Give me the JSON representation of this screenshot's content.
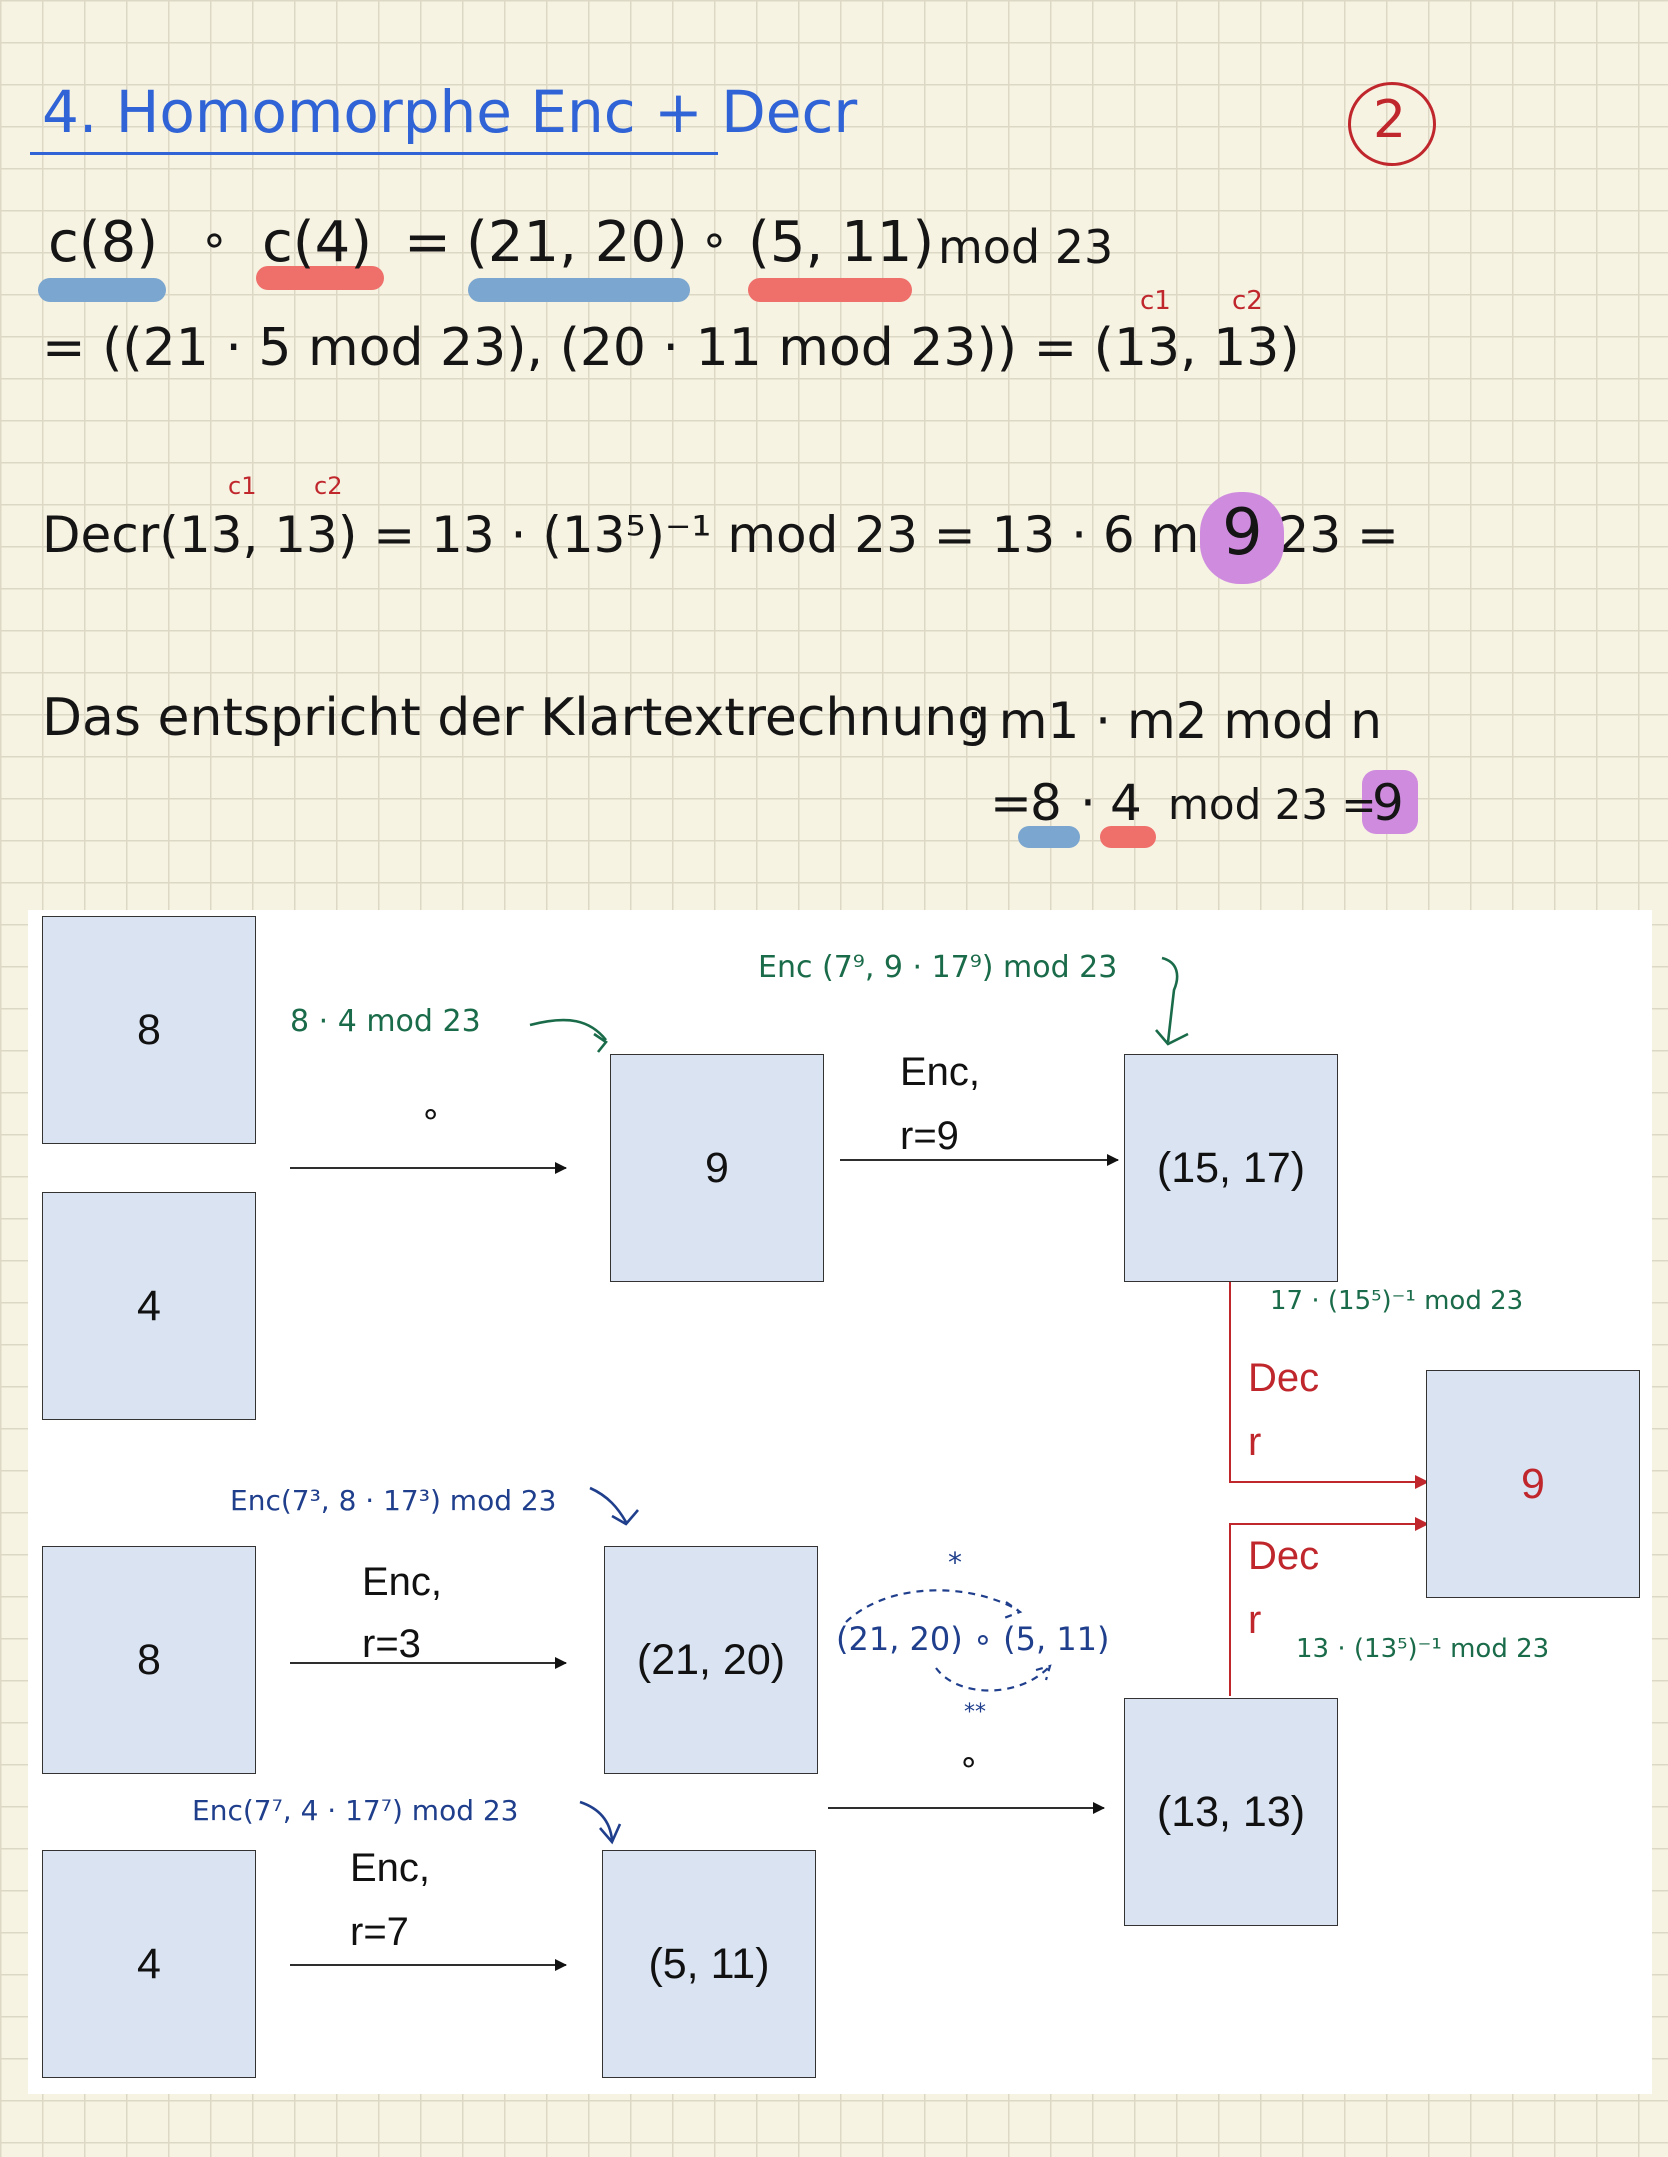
{
  "notes": {
    "title": "4. Homomorphe Enc + Decr",
    "page_number": "2",
    "line1": {
      "c8": "c(8)",
      "op": "∘",
      "c4": "c(4)",
      "eq": "=",
      "pair1": "(21, 20)",
      "op2": "∘",
      "pair2": "(5, 11)",
      "mod": "mod 23"
    },
    "line2": {
      "c1_label": "c1",
      "c2_label": "c2",
      "expr": "= ((21 · 5 mod 23), (20 · 11 mod 23)) = (13, 13)"
    },
    "decr": {
      "c1_label": "c1",
      "c2_label": "c2",
      "expr": "Decr(13, 13) = 13 · (13⁵)⁻¹ mod 23 = 13 · 6 mod 23 =",
      "result": "9"
    },
    "klartext": {
      "sentence": "Das entspricht der Klartextrechnung",
      "formula": ": m1 · m2 mod n",
      "eq": "=",
      "m1": "8",
      "dot": "·",
      "m2": "4",
      "mod": "mod 23 =",
      "result": "9"
    }
  },
  "diagram": {
    "plain_top": {
      "m1": "8",
      "m2": "4",
      "op": "∘",
      "result": "9"
    },
    "enc_top": {
      "label": "Enc,",
      "param": "r=9",
      "result": "(15, 17)"
    },
    "plain_bottom": {
      "m1": "8",
      "m2": "4"
    },
    "enc_bottom1": {
      "label": "Enc,",
      "param": "r=3",
      "result": "(21, 20)"
    },
    "enc_bottom2": {
      "label": "Enc,",
      "param": "r=7",
      "result": "(5, 11)"
    },
    "combined": {
      "op": "∘",
      "result": "(13, 13)"
    },
    "decr_top": {
      "label": "Dec",
      "label2": "r"
    },
    "decr_bottom": {
      "label": "Dec",
      "label2": "r"
    },
    "final": "9"
  },
  "annotations": {
    "plain_mult": "8 · 4 mod 23",
    "enc_top": "Enc (7⁹, 9 · 17⁹) mod 23",
    "decr_top": "17 · (15⁵)⁻¹ mod 23",
    "enc_8": "Enc(7³, 8 · 17³) mod 23",
    "enc_4": "Enc(7⁷, 4 · 17⁷) mod 23",
    "combine": "(21, 20) ∘ (5, 11)",
    "star_top": "*",
    "star_bottom": "**",
    "decr_bottom": "13 · (13⁵)⁻¹ mod 23"
  },
  "colors": {
    "blue_highlight": "#7ba6cf",
    "red_highlight": "#ef6f6a",
    "purple_highlight": "#cf8cdf",
    "title_ink": "#2f63d6",
    "note_green": "#1a6b49",
    "note_blue": "#1f3e8c",
    "decr_red": "#c0272d"
  }
}
